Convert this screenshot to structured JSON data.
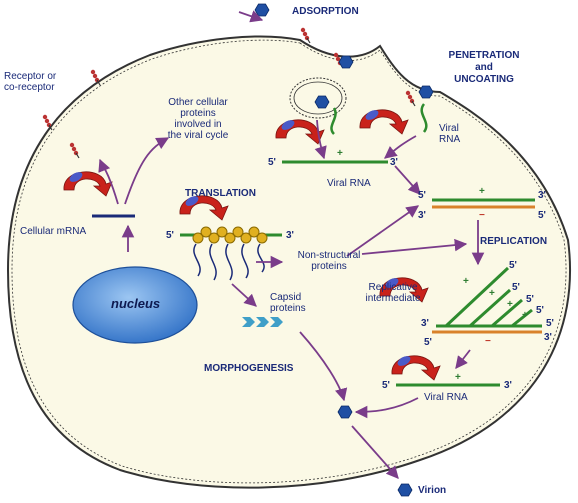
{
  "stages": {
    "adsorption": "ADSORPTION",
    "penetration": "PENETRATION",
    "and": "and",
    "uncoating": "UNCOATING",
    "translation": "TRANSLATION",
    "replication": "REPLICATION",
    "morphogenesis": "MORPHOGENESIS"
  },
  "labels": {
    "receptor_1": "Receptor or",
    "receptor_2": "co-receptor",
    "other_1": "Other cellular",
    "other_2": "proteins",
    "other_3": "involved in",
    "other_4": "the viral cycle",
    "viral_rna_top_1": "Viral",
    "viral_rna_top_2": "RNA",
    "viral_rna_mid": "Viral RNA",
    "viral_rna_bottom": "Viral RNA",
    "cellular_mrna": "Cellular mRNA",
    "nucleus": "nucleus",
    "nonstruct_1": "Non-structural",
    "nonstruct_2": "proteins",
    "capsid_1": "Capsid",
    "capsid_2": "proteins",
    "replicative_1": "Replicative",
    "replicative_2": "intermediate",
    "virion": "Virion"
  },
  "strand_ends": {
    "five_prime": "5'",
    "three_prime": "3'"
  },
  "polarity": {
    "plus": "+",
    "minus": "−"
  },
  "colors": {
    "membrane": "#333333",
    "cytoplasm": "#fbf9e6",
    "text": "#1a2a78",
    "arrow": "#7a3c8a",
    "positive_strand": "#2e8b2e",
    "negative_strand": "#d9822b",
    "ribosome": "#c9221b",
    "nucleus": "#4f8fd8",
    "virion": "#1f4fa3",
    "capsid": "#3f9fc8",
    "translated_protein": "#e0b020"
  }
}
